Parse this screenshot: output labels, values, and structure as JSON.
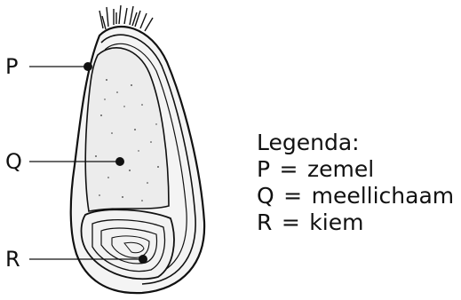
{
  "labels": {
    "p": "P",
    "q": "Q",
    "r": "R"
  },
  "legend": {
    "title": "Legenda:",
    "items": [
      {
        "key": "P",
        "sep": "=",
        "value": "zemel"
      },
      {
        "key": "Q",
        "sep": "=",
        "value": "meellichaam"
      },
      {
        "key": "R",
        "sep": "=",
        "value": "kiem"
      }
    ]
  },
  "colors": {
    "ink": "#111111",
    "background": "#ffffff"
  }
}
